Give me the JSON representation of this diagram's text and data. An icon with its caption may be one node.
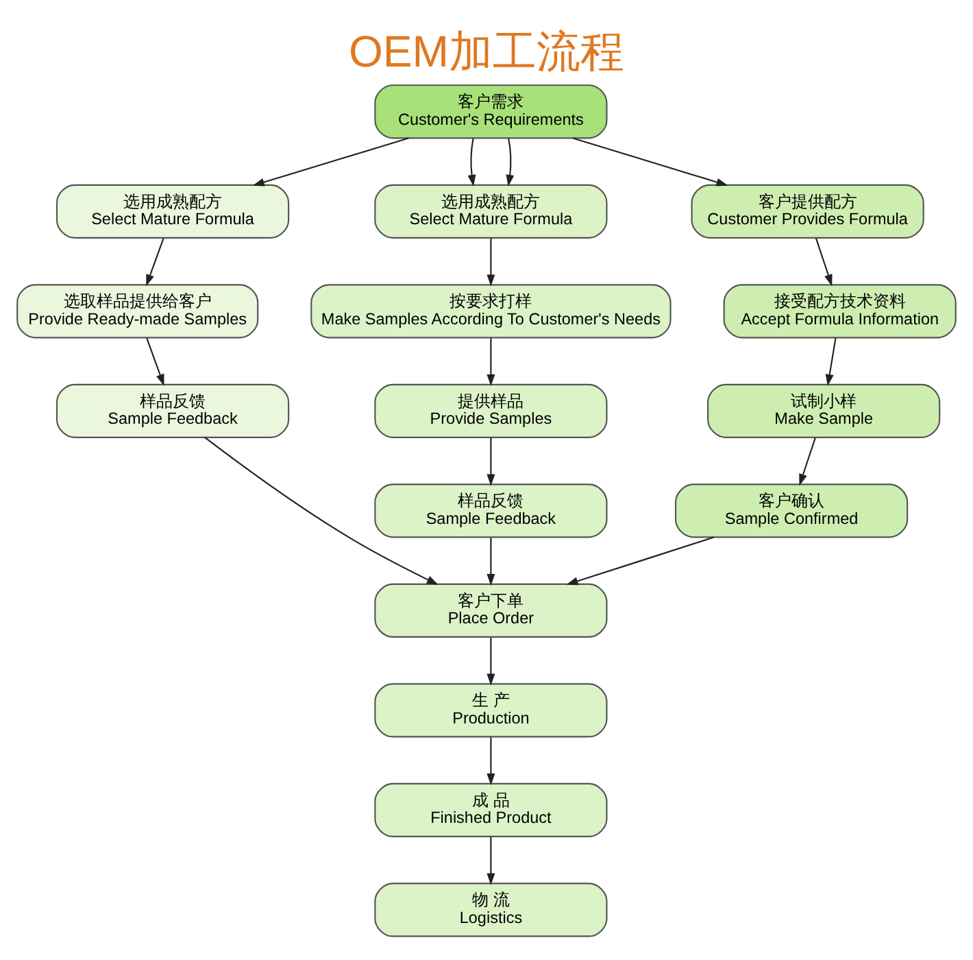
{
  "diagram": {
    "title": "OEM加工流程",
    "nodes": [
      {
        "text": [
          "客户需求",
          "Customer's Requirements"
        ]
      },
      {
        "text": [
          "选用成熟配方",
          "Select Mature Formula"
        ]
      },
      {
        "text": [
          "选用成熟配方",
          "Select Mature Formula"
        ]
      },
      {
        "text": [
          "客户提供配方",
          "Customer Provides Formula"
        ]
      },
      {
        "text": [
          "选取样品提供给客户",
          "Provide Ready-made Samples"
        ]
      },
      {
        "text": [
          "按要求打样",
          "Make Samples According To Customer's Needs"
        ]
      },
      {
        "text": [
          "接受配方技术资料",
          "Accept Formula Information"
        ]
      },
      {
        "text": [
          "样品反馈",
          "Sample Feedback"
        ]
      },
      {
        "text": [
          "提供样品",
          "Provide Samples"
        ]
      },
      {
        "text": [
          "试制小样",
          "Make Sample"
        ]
      },
      {
        "text": [
          "样品反馈",
          "Sample Feedback"
        ]
      },
      {
        "text": [
          "客户确认",
          "Sample Confirmed"
        ]
      },
      {
        "text": [
          "客户下单",
          "Place Order"
        ]
      },
      {
        "text": [
          "生 产",
          "Production"
        ]
      },
      {
        "text": [
          "成 品",
          "Finished Product"
        ]
      },
      {
        "text": [
          "物 流",
          "Logistics"
        ]
      }
    ],
    "edges": [
      {
        "from": 0,
        "to": 1,
        "arrow": "to"
      },
      {
        "from": 0,
        "to": 2,
        "arrow": "to"
      },
      {
        "from": 0,
        "to": 2,
        "arrow": "to"
      },
      {
        "from": 0,
        "to": 3,
        "arrow": "to"
      },
      {
        "from": 1,
        "to": 4,
        "arrow": "to"
      },
      {
        "from": 4,
        "to": 7,
        "arrow": "to"
      },
      {
        "from": 2,
        "to": 5,
        "arrow": "to"
      },
      {
        "from": 5,
        "to": 8,
        "arrow": "to"
      },
      {
        "from": 8,
        "to": 10,
        "arrow": "to"
      },
      {
        "from": 3,
        "to": 6,
        "arrow": "to"
      },
      {
        "from": 6,
        "to": 9,
        "arrow": "to"
      },
      {
        "from": 9,
        "to": 11,
        "arrow": "to"
      },
      {
        "from": 7,
        "to": 12,
        "arrow": "to"
      },
      {
        "from": 10,
        "to": 12,
        "arrow": "to"
      },
      {
        "from": 11,
        "to": 12,
        "arrow": "to"
      },
      {
        "from": 12,
        "to": 13,
        "arrow": "to"
      },
      {
        "from": 13,
        "to": 14,
        "arrow": "to"
      },
      {
        "from": 14,
        "to": 15,
        "arrow": "to"
      }
    ]
  }
}
